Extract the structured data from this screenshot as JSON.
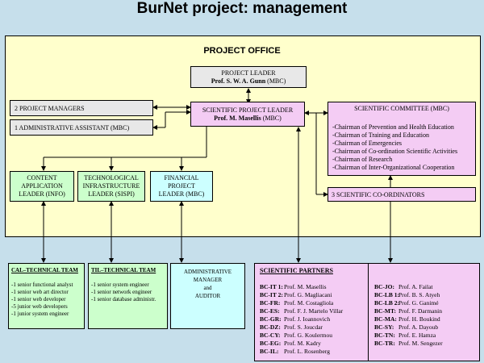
{
  "title": "BurNet project: management",
  "office_title": "PROJECT OFFICE",
  "project_leader": {
    "role": "PROJECT LEADER",
    "name": "Prof. S. W. A. Gunn",
    "affil": "(MBC)"
  },
  "project_managers": "2 PROJECT MANAGERS",
  "admin_assistant": "1 ADMINISTRATIVE ASSISTANT (MBC)",
  "scientific_leader": {
    "role": "SCIENTIFIC PROJECT LEADER",
    "name": "Prof. M. Masellis",
    "affil": "(MBC)"
  },
  "committee": {
    "title": "SCIENTIFIC COMMITTEE (MBC)",
    "items": [
      "-Chairman of Prevention and Health Education",
      "-Chairman of Training and Education",
      "-Chairman of Emergencies",
      "-Chairman of Co-ordination Scientific Activities",
      "-Chairman of Research",
      "-Chairman of Inter-Organizational Cooperation"
    ]
  },
  "coordinators": "3 SCIENTIFIC CO-ORDINATORS",
  "content_leader": [
    "CONTENT",
    "APPLICATION",
    "LEADER (INFO)"
  ],
  "tech_leader": [
    "TECHNOLOGICAL",
    "INFRASTRUCTURE",
    "LEADER (SISPI)"
  ],
  "fin_leader": [
    "FINANCIAL",
    "PROJECT",
    "LEADER (MBC)"
  ],
  "cal_team": {
    "title": "CAL–TECHNICAL TEAM",
    "items": [
      "-1 senior functional analyst",
      "-1 senior web art director",
      "-1 senior web developer",
      "-5 junior web developers",
      "-1 junior system engineer"
    ]
  },
  "til_team": {
    "title": "TIL–TECHNICAL TEAM",
    "items": [
      "-1 senior system engineer",
      "-1 senior network engineer",
      "-1 senior database administr."
    ]
  },
  "admin_manager": [
    "ADMINISTRATIVE",
    "MANAGER",
    "and",
    "AUDITOR"
  ],
  "partners": {
    "title": "SCIENTIFIC PARTNERS",
    "left": [
      {
        "code": "BC-IT 1:",
        "name": "Prof. M. Masellis"
      },
      {
        "code": "BC-IT 2:",
        "name": "Prof. G. Magliacani"
      },
      {
        "code": "BC-FR:",
        "name": "Prof. M. Costagliola"
      },
      {
        "code": "BC-ES:",
        "name": "Prof. F. J. Martelo Villar"
      },
      {
        "code": "BC-GR:",
        "name": "Prof. J. Ioannovich"
      },
      {
        "code": "BC-DZ:",
        "name": "Prof. S. Joucdar"
      },
      {
        "code": "BC-CY:",
        "name": "Prof. G. Koulermou"
      },
      {
        "code": "BC-EG:",
        "name": "Prof. M. Kadry"
      },
      {
        "code": "BC-IL:",
        "name": "Prof. L. Rosenberg"
      }
    ],
    "right": [
      {
        "code": "BC-JO:",
        "name": "Prof. A. Failat"
      },
      {
        "code": "BC-LB 1:",
        "name": "Prof. B. S. Atyeh"
      },
      {
        "code": "BC-LB 2:",
        "name": "Prof. G. Ganimé"
      },
      {
        "code": "BC-MT:",
        "name": "Prof. F. Darmanin"
      },
      {
        "code": "BC-MA:",
        "name": "Prof. H. Boukind"
      },
      {
        "code": "BC-SY:",
        "name": "Prof. A. Dayoub"
      },
      {
        "code": "BC-TN:",
        "name": "Prof. E. Hamza"
      },
      {
        "code": "BC-TR:",
        "name": "Prof. M. Sengezer"
      }
    ]
  }
}
